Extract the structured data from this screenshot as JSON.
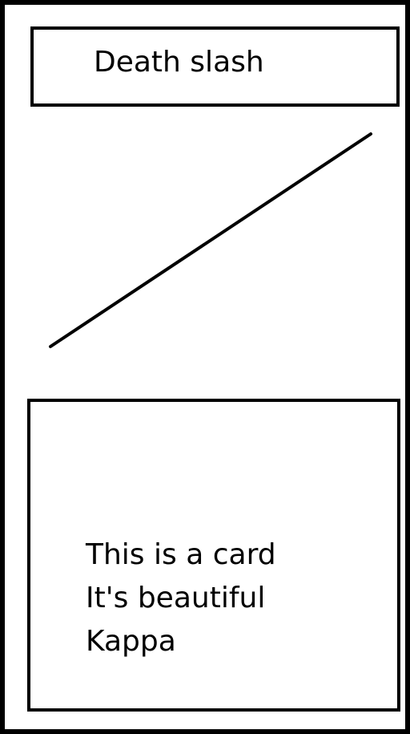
{
  "card": {
    "title": "Death slash",
    "art_icon": "slash-line",
    "description_lines": [
      "This is a card",
      "It's beautiful",
      "Kappa"
    ],
    "colors": {
      "ink": "#000000",
      "background": "#ffffff"
    }
  }
}
